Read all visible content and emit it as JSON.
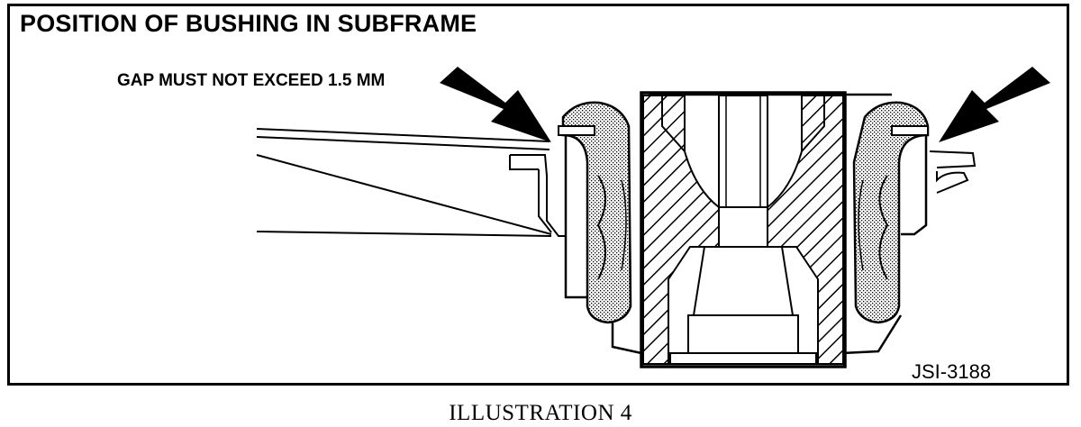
{
  "title": "POSITION OF BUSHING IN SUBFRAME",
  "callout": {
    "gap_note": "GAP MUST NOT EXCEED 1.5 MM"
  },
  "reference_code": "JSI-3188",
  "caption": "ILLUSTRATION 4"
}
